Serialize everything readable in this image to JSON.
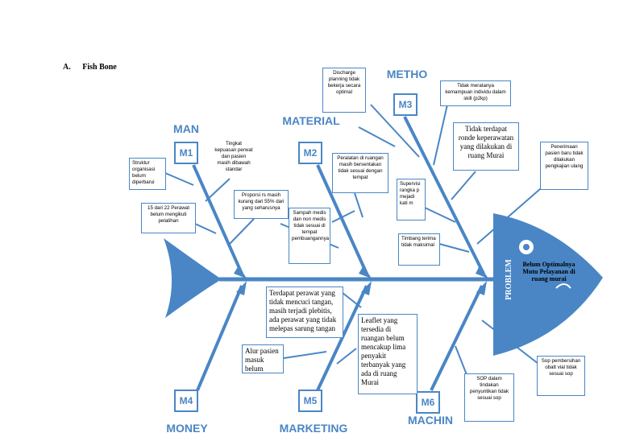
{
  "heading": {
    "number": "A.",
    "title": "Fish Bone"
  },
  "colors": {
    "accent": "#4a86c5",
    "line": "#4a86c5"
  },
  "problem": {
    "label": "PROBLEM",
    "text": "Belum Optimalnya Mutu Pelayanan di ruang murai"
  },
  "categories": {
    "man": {
      "name": "MAN",
      "code": "M1"
    },
    "material": {
      "name": "MATERIAL S",
      "code": "M2"
    },
    "method": {
      "name": "METHO D",
      "code": "M3"
    },
    "money": {
      "name": "MONEY",
      "code": "M4"
    },
    "marketing": {
      "name": "MARKETING",
      "code": "M5"
    },
    "machine": {
      "name": "MACHIN E",
      "code": "M6"
    }
  },
  "causes": {
    "struktur": "Struktur organisasi belum diperbarui",
    "tingkat": "Tingkat kepuasan perwat dan pasien masih dibawah standar",
    "perawat15": "15 dari 22 Perawat belum mengikuti pelatihan",
    "proporsi": "Proporsi rs masih kurang dari 55% dari yang seharusnya",
    "peralatan": "Peralatan di ruangan masih bersentakan tidak sesuai dengan tempat",
    "sampah": "Sampah medis dan non medis tidak sesuai di tempat pembuangannya",
    "discharge": "Discharge planning tidak bekerja secara optimal",
    "merata": "Tidak meratanya kemampuan individu dalam skill (p2kp)",
    "ronde": "Tidak terdapat ronde keperawatan yang dilakukan di ruang Murai",
    "supervisi": "Supervisi rangka p mejadi kati m",
    "timbang": "Timbang terima tidak maksimal",
    "penerimaan": "Penerimaan pasien baru tidak dilakukan pengkajian ulang",
    "mencuci": "Terdapat perawat yang tidak mencuci tangan, masih terjadi plebitis, ada perawat yang tidak melepas sarung tangan",
    "alur": "Alur pasien masuk belum tersedia",
    "leaflet": "Leaflet yang tersedia di ruangan belum mencakup lima penyakit terbanyak yang ada di ruang Murai",
    "sop_pembersihan": "Sop pembersihan obatt vial tidak sesuai sop",
    "sop_tindakan": "SOP dalam tindakan penyuntikan tidak sesuai sop"
  }
}
